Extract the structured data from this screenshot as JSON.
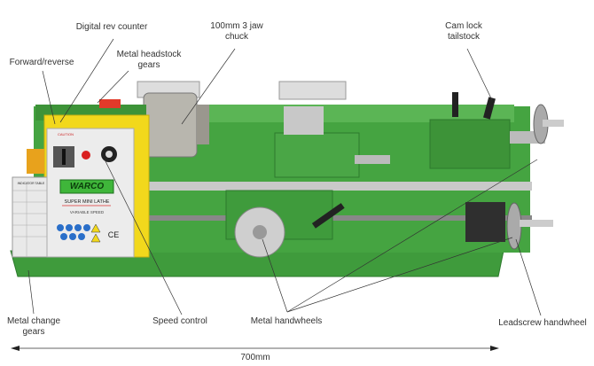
{
  "callouts": {
    "digital_rev_counter": "Digital rev counter",
    "chuck": [
      "100mm 3 jaw",
      "chuck"
    ],
    "headstock_gears": [
      "Metal headstock",
      "gears"
    ],
    "forward_reverse": "Forward/reverse",
    "cam_lock_tailstock": [
      "Cam lock",
      "tailstock"
    ],
    "change_gears": [
      "Metal change",
      "gears"
    ],
    "speed_control": "Speed control",
    "handwheels": "Metal handwheels",
    "leadscrew_handwheel": "Leadscrew handwheel"
  },
  "dimension": "700mm",
  "panel": {
    "brand": "WARCO",
    "model": "SUPER MINI LATHE",
    "subtitle": "VARIABLE SPEED",
    "caution": "CAUTION",
    "indicator_table": "INDICATOR TABLE",
    "ce_mark": "CE"
  },
  "colors": {
    "body_green": "#3f9b3c",
    "panel_yellow": "#f2d81c",
    "panel_grey": "#e8e8e8"
  }
}
